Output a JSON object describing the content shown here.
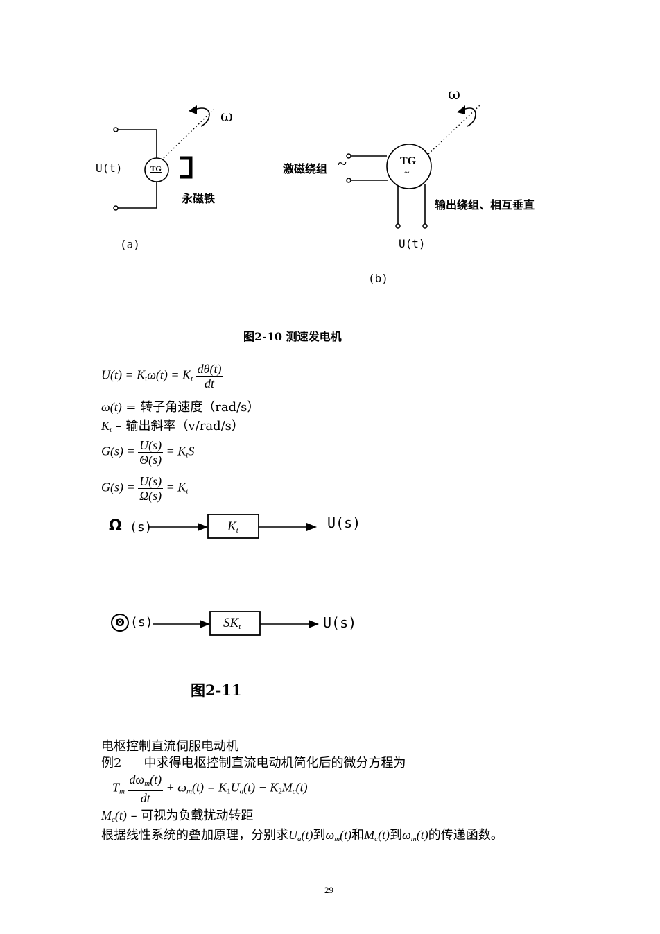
{
  "figure_a": {
    "omega": "ω",
    "ut": "U(t)",
    "tg": "TG",
    "magnet": "永磁铁",
    "label": "(a)"
  },
  "figure_b": {
    "omega": "ω",
    "tg": "TG",
    "tilde": "~",
    "excitation": "激磁绕组",
    "excitation_tilde": "~",
    "output": "输出绕组、相互垂直",
    "ut": "U(t)",
    "label": "(b)"
  },
  "caption1": "图2-10  测速发电机",
  "eq1": {
    "lhs": "U(t) = K",
    "k_sub": "t",
    "mid": "ω(t) = K",
    "k_sub2": "t",
    "num": "dθ(t)",
    "den": "dt"
  },
  "def_omega": {
    "sym": "ω(t)",
    "text": " = 转子角速度（rad/s）"
  },
  "def_k": {
    "sym": "K",
    "sub": "t",
    "text": " – 输出斜率（v/rad/s）"
  },
  "eq_g1": {
    "lhs": "G(s) =",
    "num": "U(s)",
    "den": "Θ(s)",
    "rhs": "= K",
    "rhs_sub": "t",
    "rhs_tail": "S"
  },
  "eq_g2": {
    "lhs": "G(s) =",
    "num": "U(s)",
    "den": "Ω(s)",
    "rhs": "= K",
    "rhs_sub": "t"
  },
  "block1": {
    "input_sym": "Ω",
    "input_arg": "(s)",
    "box": "K",
    "box_sub": "t",
    "output": "U(s)"
  },
  "block2": {
    "input_sym": "Θ",
    "input_arg": "(s)",
    "box": "SK",
    "box_sub": "t",
    "output": "U(s)"
  },
  "caption2": "图2-11",
  "section_title": "电枢控制直流伺服电动机",
  "example_line": {
    "prefix": "例2",
    "text": "中求得电枢控制直流电动机简化后的微分方程为"
  },
  "eq_motor": {
    "T": "T",
    "T_sub": "m",
    "num": "dω",
    "num_sub": "m",
    "num_tail": "(t)",
    "den": "dt",
    "rest1": "+ ω",
    "rest1_sub": "m",
    "rest2": "(t) = K",
    "rest2_sub": "1",
    "rest3": "U",
    "rest3_sub": "a",
    "rest4": "(t) − K",
    "rest4_sub": "2",
    "rest5": "M",
    "rest5_sub": "c",
    "rest6": "(t)"
  },
  "def_mc": {
    "sym": "M",
    "sub": "c",
    "tail": "(t)",
    "text": " – 可视为负载扰动转距"
  },
  "last_line": {
    "p1": "根据线性系统的叠加原理，分别求",
    "s1": "U",
    "s1_sub": "a",
    "s1_tail": "(t)",
    "p2": "到",
    "s2": "ω",
    "s2_sub": "m",
    "s2_tail": "(t)",
    "p3": "和",
    "s3": "M",
    "s3_sub": "c",
    "s3_tail": "(t)",
    "p4": "到",
    "s4": "ω",
    "s4_sub": "m",
    "s4_tail": "(t)",
    "p5": "的传递函数。"
  },
  "page_number": "29"
}
